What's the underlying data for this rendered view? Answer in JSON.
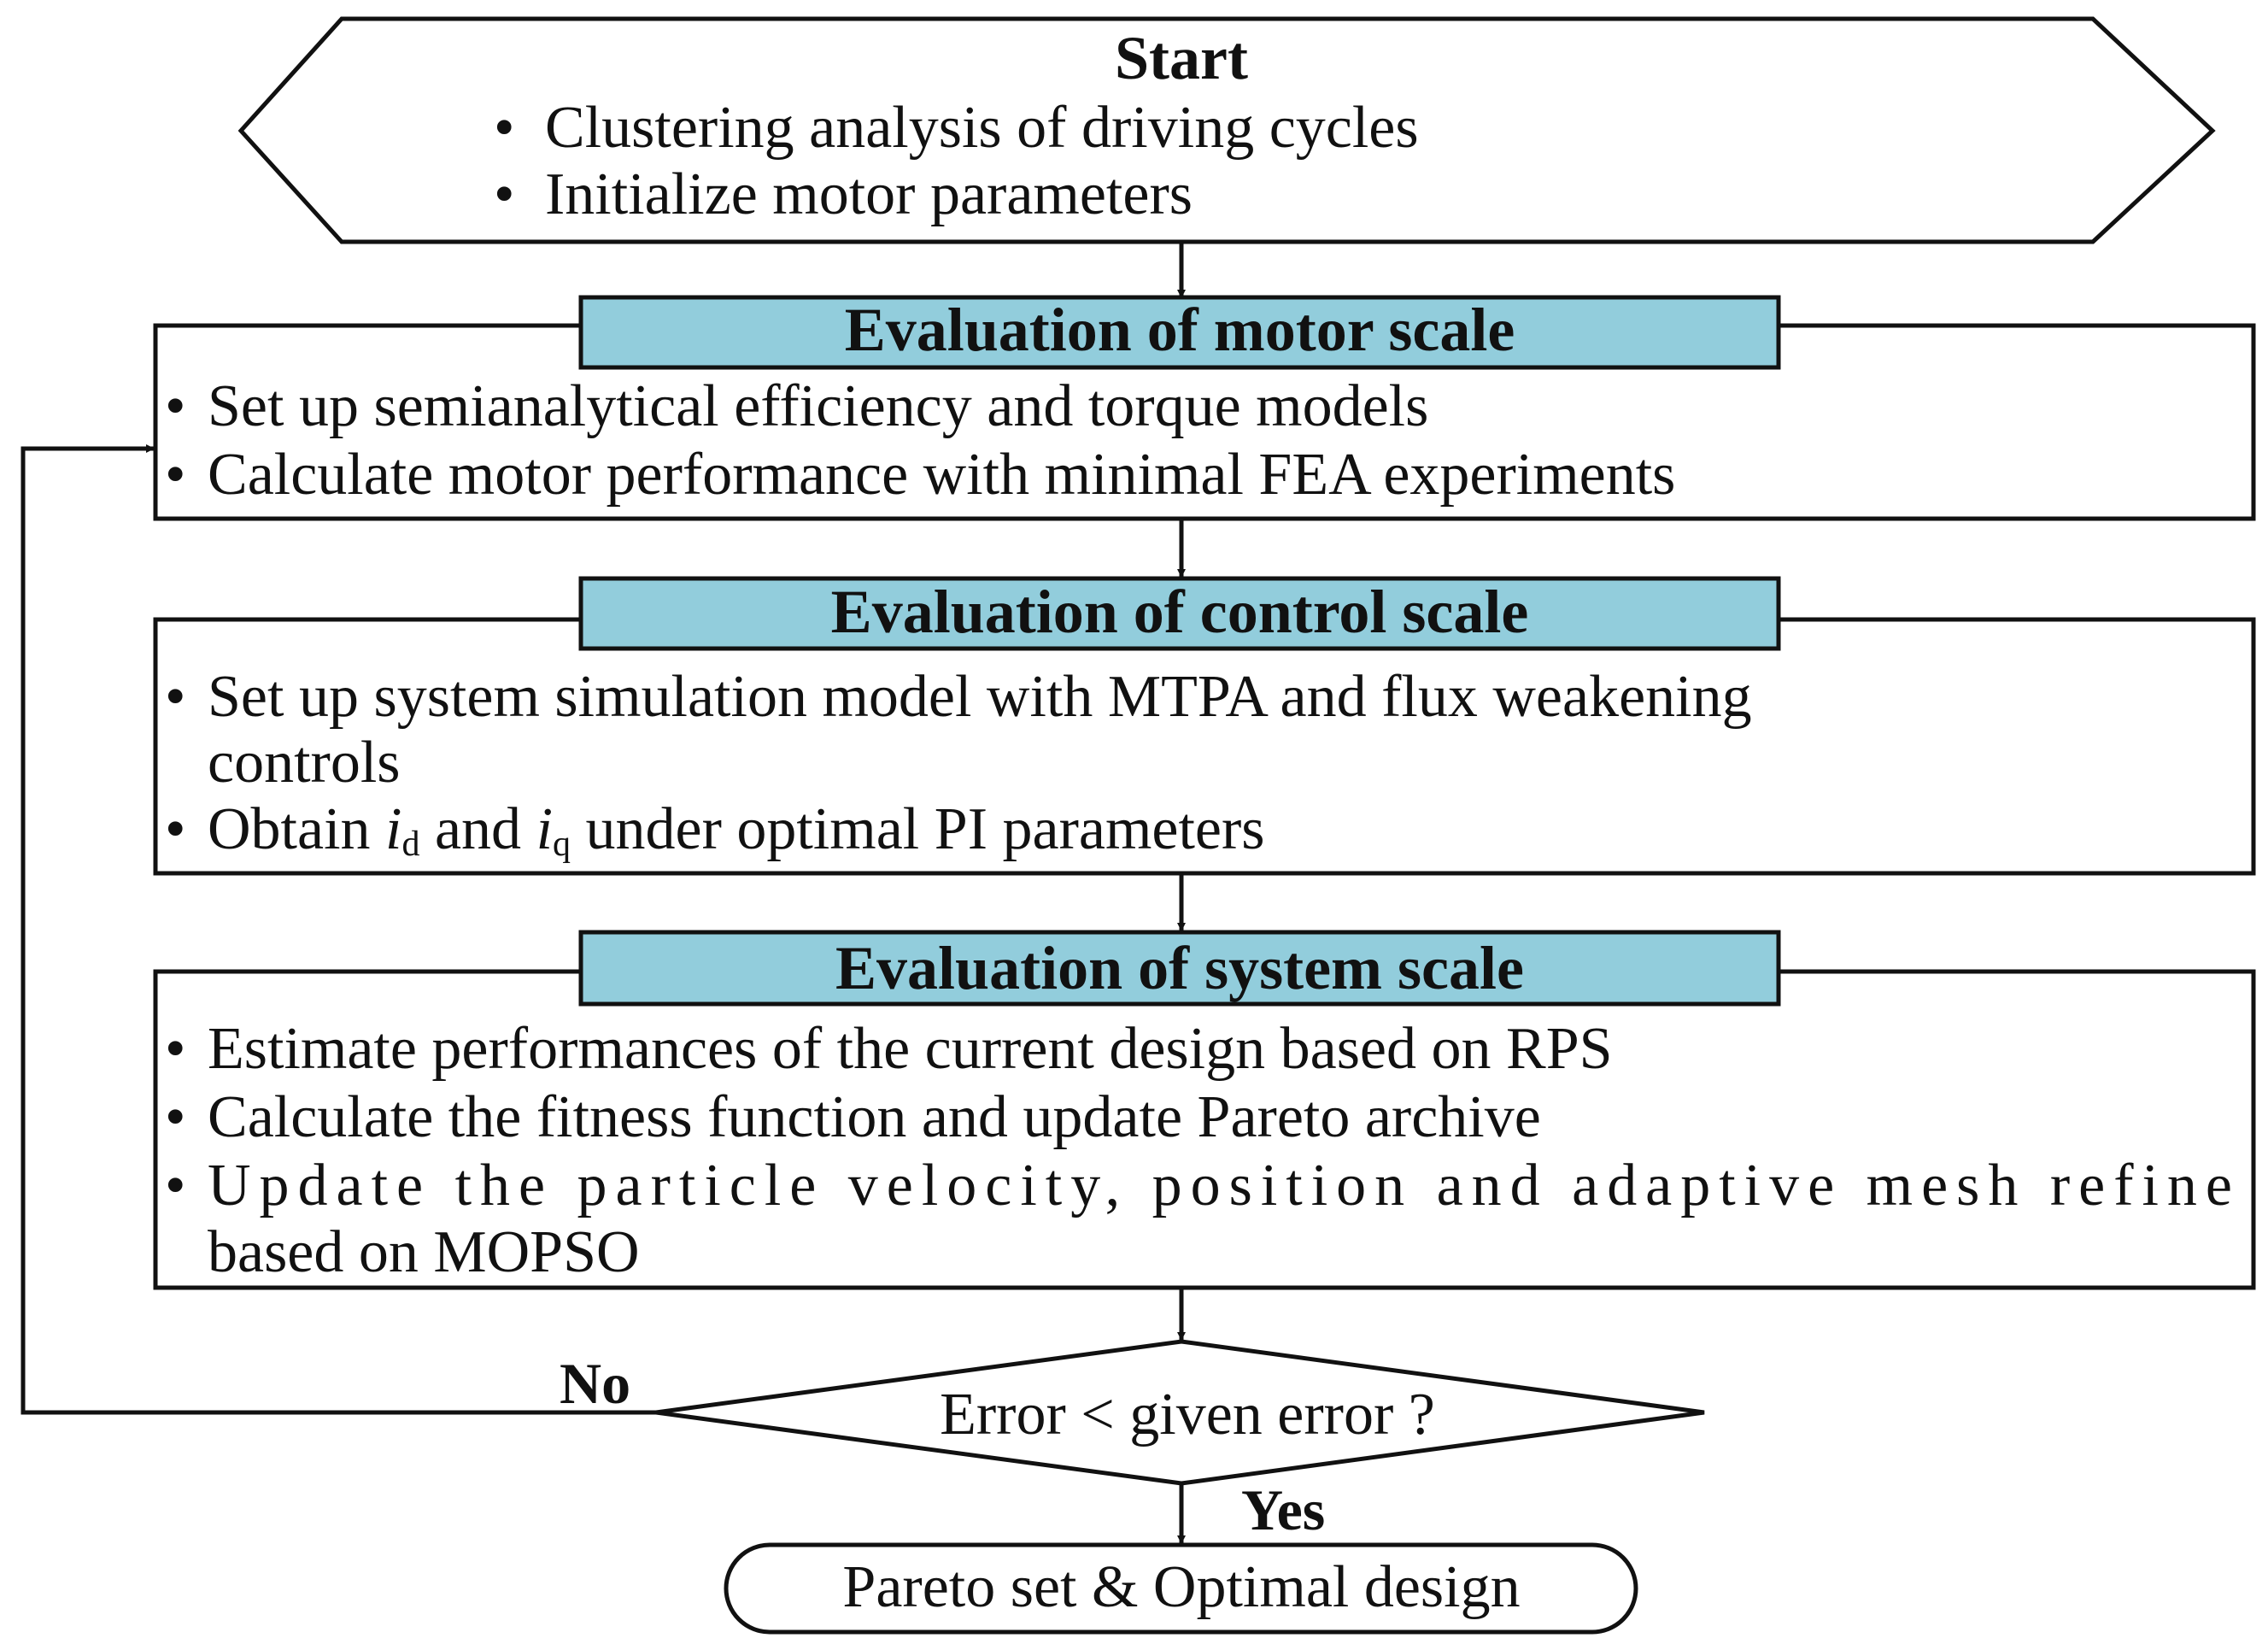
{
  "colors": {
    "header_fill": "#92cddc",
    "line": "#111111",
    "background": "#ffffff"
  },
  "start": {
    "title": "Start",
    "bullets": [
      "Clustering analysis of driving cycles",
      "Initialize motor parameters"
    ]
  },
  "motor": {
    "header": "Evaluation of motor scale",
    "bullets": [
      "Set up semianalytical efficiency and torque models",
      "Calculate motor performance with minimal FEA experiments"
    ]
  },
  "control": {
    "header": "Evaluation of control scale",
    "bullet1_line1": "Set up system simulation model with MTPA and flux weakening",
    "bullet1_line2": "controls",
    "bullet2": {
      "pre": "Obtain ",
      "var1": "i",
      "sub1": "d",
      "mid": " and ",
      "var2": "i",
      "sub2": "q",
      "post": " under optimal PI parameters"
    }
  },
  "system": {
    "header": "Evaluation of system scale",
    "bullet1": "Estimate performances of the current design based on RPS",
    "bullet2": "Calculate the fitness function and update Pareto archive",
    "bullet3_line1": "Update the particle velocity, position and adaptive mesh refine",
    "bullet3_line2": "based on MOPSO"
  },
  "decision": {
    "label": "Error < given error ?",
    "no_label": "No",
    "yes_label": "Yes"
  },
  "end": {
    "label": "Pareto set & Optimal design"
  },
  "bullet_char": "•"
}
